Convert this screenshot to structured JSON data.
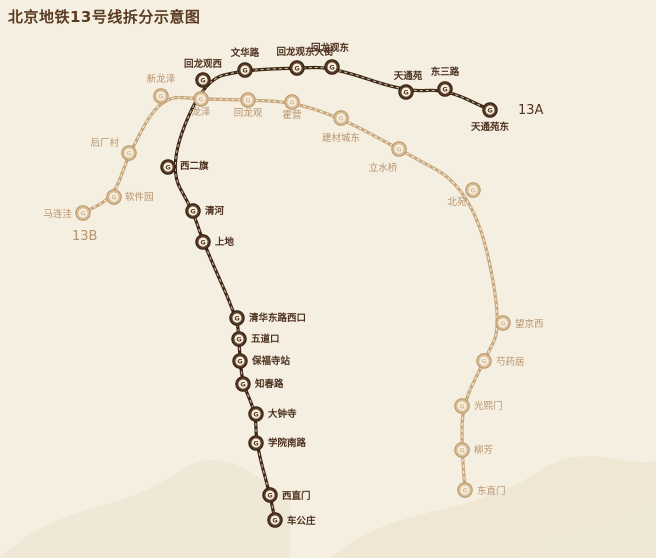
{
  "title": "北京地铁13号线拆分示意图",
  "colors": {
    "background": "#f5efe2",
    "line_13a": "#3d2818",
    "line_13b": "#c8a77d",
    "station_13a": "#5a3a22",
    "station_13b": "#d8bd95"
  },
  "lines": [
    {
      "name": "13A",
      "code": "line_13a"
    },
    {
      "name": "13B",
      "code": "line_13b"
    }
  ],
  "stations_13a": [
    {
      "name": "车公庄"
    },
    {
      "name": "西直门"
    },
    {
      "name": "学院南路"
    },
    {
      "name": "大钟寺"
    },
    {
      "name": "知春路"
    },
    {
      "name": "保福寺站"
    },
    {
      "name": "五道口"
    },
    {
      "name": "清华东路西口"
    },
    {
      "name": "上地"
    },
    {
      "name": "清河"
    },
    {
      "name": "西二旗"
    },
    {
      "name": "回龙观西"
    },
    {
      "name": "文华路"
    },
    {
      "name": "回龙观东"
    },
    {
      "name": "回龙观东大街"
    },
    {
      "name": "天通苑"
    },
    {
      "name": "东三路"
    },
    {
      "name": "天通苑东"
    }
  ],
  "stations_13b": [
    {
      "name": "马连洼"
    },
    {
      "name": "软件园"
    },
    {
      "name": "后厂村"
    },
    {
      "name": "新龙泽"
    },
    {
      "name": "龙泽"
    },
    {
      "name": "回龙观"
    },
    {
      "name": "霍营"
    },
    {
      "name": "建材城东"
    },
    {
      "name": "立水桥"
    },
    {
      "name": "北苑"
    },
    {
      "name": "望京西"
    },
    {
      "name": "芍药居"
    },
    {
      "name": "光熙门"
    },
    {
      "name": "柳芳"
    },
    {
      "name": "东直门"
    }
  ],
  "icon": "subway-logo-icon"
}
